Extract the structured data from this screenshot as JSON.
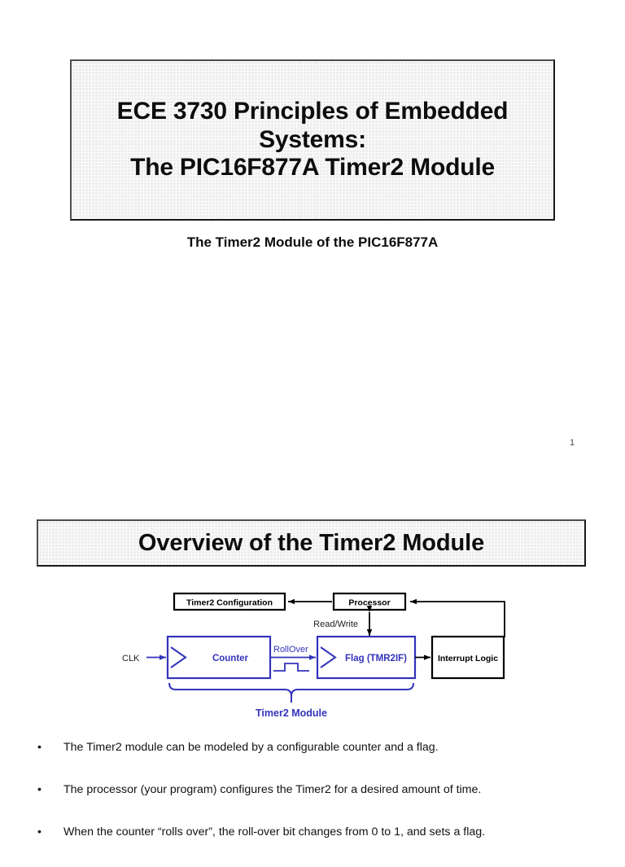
{
  "document": {
    "background_color": "#ffffff",
    "accent_blue": "#3333bb",
    "box_fill": "#eeeeee"
  },
  "slide1": {
    "title": "ECE 3730 Principles of Embedded Systems:\nThe PIC16F877A Timer2 Module",
    "subtitle": "The Timer2 Module of the PIC16F877A",
    "page_number": "1"
  },
  "slide2": {
    "heading": "Overview of the Timer2 Module",
    "diagram": {
      "blocks": [
        {
          "id": "timer2-configuration",
          "label": "Timer2 Configuration",
          "color": "#000000"
        },
        {
          "id": "processor",
          "label": "Processor",
          "color": "#000000"
        },
        {
          "id": "counter",
          "label": "Counter",
          "color": "#3333bb"
        },
        {
          "id": "flag",
          "label": "Flag (TMR2IF)",
          "color": "#3333bb"
        },
        {
          "id": "interrupt-logic",
          "label": "Interrupt Logic",
          "color": "#000000"
        }
      ],
      "signals": [
        {
          "id": "clk",
          "label": "CLK",
          "color": "#000000"
        },
        {
          "id": "rollover",
          "label": "RollOver",
          "color": "#3333bb"
        },
        {
          "id": "read-write",
          "label": "Read/Write",
          "color": "#000000"
        }
      ],
      "group_label": "Timer2 Module"
    },
    "bullets": [
      "The Timer2 module can be modeled by a configurable counter and a flag.",
      "The processor (your program) configures the Timer2 for a desired amount of time.",
      "When the counter “rolls over”, the roll-over bit changes from 0 to 1, and sets a flag."
    ],
    "bullet_marker": "•"
  }
}
